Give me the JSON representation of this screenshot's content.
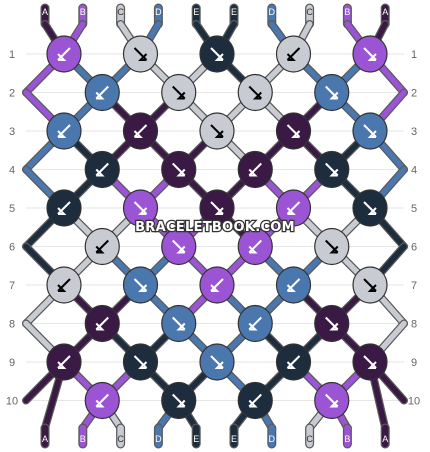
{
  "watermark": "BRACELETBOOK.COM",
  "colors": {
    "A": "#3a1a44",
    "B": "#9b54d4",
    "C": "#c8ccd2",
    "D": "#4a77ad",
    "E": "#1d2d3e"
  },
  "letter_text_colors": {
    "A": "#ffffff",
    "B": "#ffffff",
    "C": "#333333",
    "D": "#ffffff",
    "E": "#ffffff"
  },
  "top_strands": [
    "A",
    "B",
    "C",
    "D",
    "E",
    "E",
    "D",
    "C",
    "B",
    "A"
  ],
  "bottom_strands": [
    "A",
    "B",
    "C",
    "D",
    "E",
    "E",
    "D",
    "C",
    "B",
    "A"
  ],
  "row_labels": [
    "1",
    "2",
    "3",
    "4",
    "5",
    "6",
    "7",
    "8",
    "9",
    "10"
  ],
  "knots": [
    {
      "row": 1,
      "col": 0,
      "color": "B",
      "dir": "sw"
    },
    {
      "row": 1,
      "col": 2,
      "color": "C",
      "dir": "se"
    },
    {
      "row": 1,
      "col": 4,
      "color": "E",
      "dir": "se"
    },
    {
      "row": 1,
      "col": 6,
      "color": "C",
      "dir": "sw"
    },
    {
      "row": 1,
      "col": 8,
      "color": "B",
      "dir": "se"
    },
    {
      "row": 2,
      "col": 1,
      "color": "D",
      "dir": "sw"
    },
    {
      "row": 2,
      "col": 3,
      "color": "C",
      "dir": "se"
    },
    {
      "row": 2,
      "col": 5,
      "color": "C",
      "dir": "se"
    },
    {
      "row": 2,
      "col": 7,
      "color": "D",
      "dir": "se"
    },
    {
      "row": 3,
      "col": 0,
      "color": "D",
      "dir": "sw"
    },
    {
      "row": 3,
      "col": 2,
      "color": "A",
      "dir": "sw"
    },
    {
      "row": 3,
      "col": 4,
      "color": "C",
      "dir": "se"
    },
    {
      "row": 3,
      "col": 6,
      "color": "A",
      "dir": "se"
    },
    {
      "row": 3,
      "col": 8,
      "color": "D",
      "dir": "se"
    },
    {
      "row": 4,
      "col": 1,
      "color": "E",
      "dir": "sw"
    },
    {
      "row": 4,
      "col": 3,
      "color": "A",
      "dir": "se"
    },
    {
      "row": 4,
      "col": 5,
      "color": "A",
      "dir": "sw"
    },
    {
      "row": 4,
      "col": 7,
      "color": "E",
      "dir": "se"
    },
    {
      "row": 5,
      "col": 0,
      "color": "E",
      "dir": "sw"
    },
    {
      "row": 5,
      "col": 2,
      "color": "B",
      "dir": "se"
    },
    {
      "row": 5,
      "col": 4,
      "color": "A",
      "dir": "se"
    },
    {
      "row": 5,
      "col": 6,
      "color": "B",
      "dir": "sw"
    },
    {
      "row": 5,
      "col": 8,
      "color": "E",
      "dir": "se"
    },
    {
      "row": 6,
      "col": 1,
      "color": "C",
      "dir": "sw"
    },
    {
      "row": 6,
      "col": 3,
      "color": "B",
      "dir": "se"
    },
    {
      "row": 6,
      "col": 5,
      "color": "B",
      "dir": "sw"
    },
    {
      "row": 6,
      "col": 7,
      "color": "C",
      "dir": "se"
    },
    {
      "row": 7,
      "col": 0,
      "color": "C",
      "dir": "sw"
    },
    {
      "row": 7,
      "col": 2,
      "color": "D",
      "dir": "se"
    },
    {
      "row": 7,
      "col": 4,
      "color": "B",
      "dir": "sw"
    },
    {
      "row": 7,
      "col": 6,
      "color": "D",
      "dir": "sw"
    },
    {
      "row": 7,
      "col": 8,
      "color": "C",
      "dir": "se"
    },
    {
      "row": 8,
      "col": 1,
      "color": "A",
      "dir": "sw"
    },
    {
      "row": 8,
      "col": 3,
      "color": "D",
      "dir": "se"
    },
    {
      "row": 8,
      "col": 5,
      "color": "D",
      "dir": "sw"
    },
    {
      "row": 8,
      "col": 7,
      "color": "A",
      "dir": "se"
    },
    {
      "row": 9,
      "col": 0,
      "color": "A",
      "dir": "sw"
    },
    {
      "row": 9,
      "col": 2,
      "color": "E",
      "dir": "se"
    },
    {
      "row": 9,
      "col": 4,
      "color": "D",
      "dir": "se"
    },
    {
      "row": 9,
      "col": 6,
      "color": "E",
      "dir": "sw"
    },
    {
      "row": 9,
      "col": 8,
      "color": "A",
      "dir": "se"
    },
    {
      "row": 10,
      "col": 1,
      "color": "B",
      "dir": "sw"
    },
    {
      "row": 10,
      "col": 3,
      "color": "E",
      "dir": "se"
    },
    {
      "row": 10,
      "col": 5,
      "color": "E",
      "dir": "sw"
    },
    {
      "row": 10,
      "col": 7,
      "color": "B",
      "dir": "se"
    }
  ]
}
